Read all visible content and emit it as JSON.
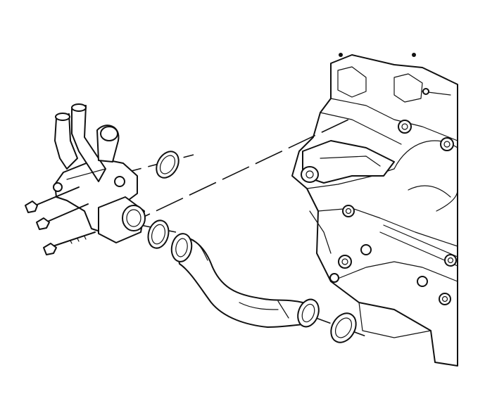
{
  "illustration": {
    "type": "exploded-parts-diagram",
    "parts": [
      "bolt",
      "bolt",
      "bolt",
      "coolant-outlet-housing",
      "o-ring",
      "o-ring",
      "o-ring",
      "coolant-hose",
      "engine-block"
    ],
    "colors": {
      "line": "#111111",
      "background": "#ffffff"
    }
  }
}
